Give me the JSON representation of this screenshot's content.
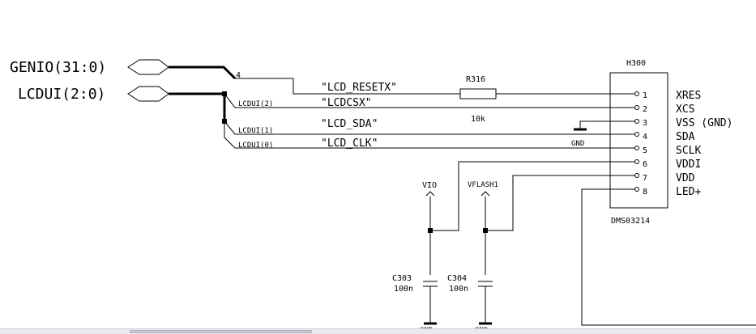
{
  "ports": {
    "genio": "GENIO(31:0)",
    "lcdui": "LCDUI(2:0)"
  },
  "bus_labels": {
    "genio_width": "4",
    "lcdui_2": "LCDUI(2)",
    "lcdui_1": "LCDUI(1)",
    "lcdui_0": "LCDUI(0)"
  },
  "signals": {
    "reset": "\"LCD_RESETX\"",
    "csx": "\"LCDCSX\"",
    "sda": "\"LCD_SDA\"",
    "clk": "\"LCD_CLK\""
  },
  "resistor": {
    "ref": "R316",
    "value": "10k"
  },
  "connector": {
    "ref": "H300",
    "part": "DMS03214",
    "pins": [
      {
        "num": "1",
        "name": "XRES"
      },
      {
        "num": "2",
        "name": "XCS"
      },
      {
        "num": "3",
        "name": "VSS (GND)"
      },
      {
        "num": "4",
        "name": "SDA"
      },
      {
        "num": "5",
        "name": "SCLK"
      },
      {
        "num": "6",
        "name": "VDDI"
      },
      {
        "num": "7",
        "name": "VDD"
      },
      {
        "num": "8",
        "name": "LED+"
      }
    ]
  },
  "gnd_label": "GND",
  "power": {
    "vio": "VIO",
    "vflash": "VFLASH1"
  },
  "capacitors": [
    {
      "ref": "C303",
      "value": "100n"
    },
    {
      "ref": "C304",
      "value": "100n"
    }
  ]
}
